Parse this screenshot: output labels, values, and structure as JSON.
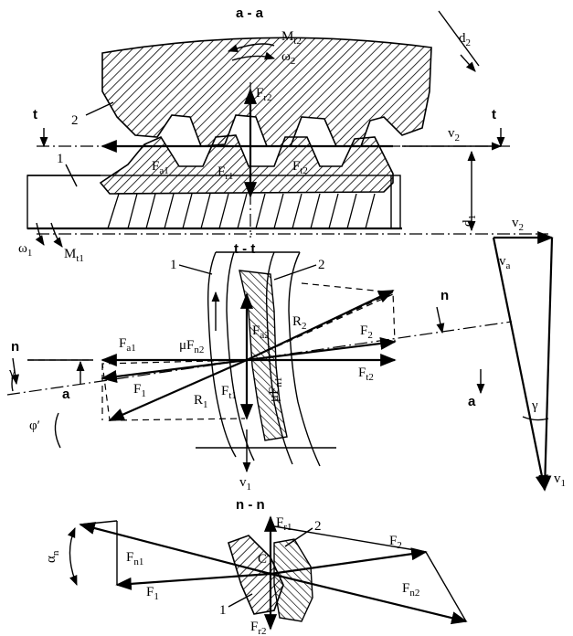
{
  "sections": {
    "aa": "a - a",
    "tt": "t - t",
    "nn": "n - n"
  },
  "labels": {
    "Mt2": "M",
    "Mt2_sub": "t2",
    "omega2": "ω",
    "omega2_sub": "2",
    "d2": "d",
    "d2_sub": "2",
    "Fr2": "F",
    "Fr2_sub": "r2",
    "t_left": "t",
    "t_right": "t",
    "part2_top": "2",
    "v2": "v",
    "v2_sub": "2",
    "part1_top": "1",
    "Fa1": "F",
    "Fa1_sub": "a1",
    "Ft2": "F",
    "Ft2_sub": "t2",
    "Fr1": "F",
    "Fr1_sub": "r1",
    "d1": "d",
    "d1_sub": "1",
    "omega1": "ω",
    "omega1_sub": "1",
    "Mt1": "M",
    "Mt1_sub": "t1",
    "tri_v2": "v",
    "tri_v2_sub": "2",
    "va": "v",
    "va_sub": "a",
    "gamma_tri": "γ",
    "v1_tri": "v",
    "v1_tri_sub": "1",
    "mid_1": "1",
    "mid_2": "2",
    "n_right": "n",
    "R2": "R",
    "R2_sub": "2",
    "muFn2": "μF",
    "muFn2_sub": "n2",
    "Fa2": "F",
    "Fa2_sub": "a2",
    "F2_mid": "F",
    "F2_mid_sub": "2",
    "Fa1_mid": "F",
    "Fa1_mid_sub": "a1",
    "n_left": "n",
    "gamma_left": "γ",
    "Ft2_mid": "F",
    "Ft2_mid_sub": "t2",
    "a_left": "a",
    "F1_mid": "F",
    "F1_mid_sub": "1",
    "R1": "R",
    "R1_sub": "1",
    "Ft1": "F",
    "Ft1_sub": "t1",
    "muFn1": "μF",
    "muFn1_sub": "n1",
    "a_right": "a",
    "phi_prime": "φ′",
    "v1_mid": "v",
    "v1_mid_sub": "1",
    "Fr1_bot": "F",
    "Fr1_bot_sub": "r1",
    "part2_bot": "2",
    "alpha_n": "α",
    "alpha_n_sub": "n",
    "Fn1": "F",
    "Fn1_sub": "n1",
    "C": "C",
    "F2_bot": "F",
    "F2_bot_sub": "2",
    "Fn2": "F",
    "Fn2_sub": "n2",
    "F1_bot": "F",
    "F1_bot_sub": "1",
    "part1_bot": "1",
    "Fr2_bot": "F",
    "Fr2_bot_sub": "r2"
  }
}
